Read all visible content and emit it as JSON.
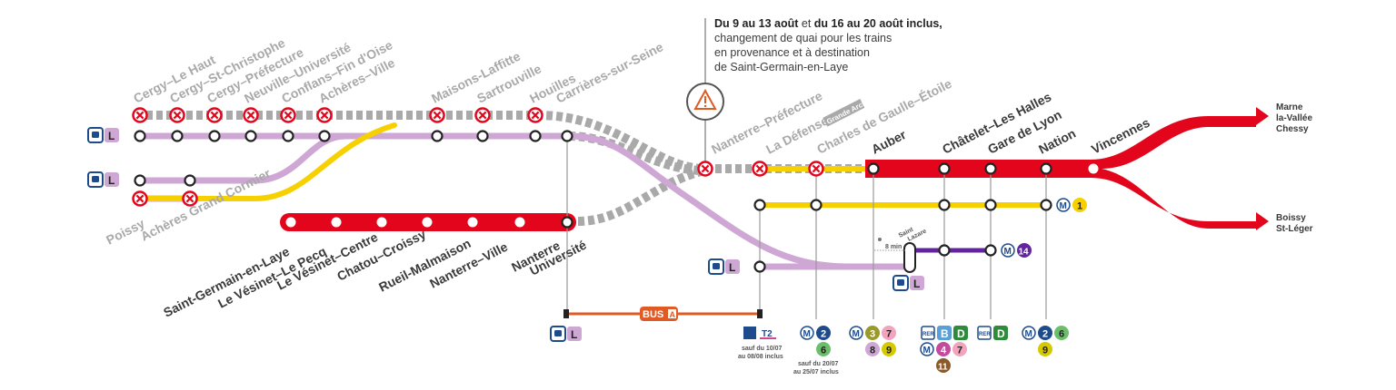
{
  "notice": {
    "dates_a": "Du 9 au 13 août",
    "and": " et ",
    "dates_b": "du 16 au 20 août inclus,",
    "line1": "changement de quai pour les trains",
    "line2": "en provenance et à destination",
    "line3": "de Saint-Germain-en-Laye"
  },
  "colors": {
    "rer_a": "#e3051b",
    "yellow": "#f7d000",
    "line_l": "#cfa7d4",
    "closed_grey": "#a0a0a0",
    "metro14": "#62259d",
    "bus": "#e05a24"
  },
  "branch_cergy": [
    "Cergy–Le Haut",
    "Cergy–St-Christophe",
    "Cergy–Préfecture",
    "Neuville–Université",
    "Conflans–Fin d'Oise",
    "Achères–Ville"
  ],
  "branch_poissy": [
    "Poissy",
    "Achères Grand Cormier"
  ],
  "branch_mid": [
    "Maisons-Laffitte",
    "Sartrouville",
    "Houilles",
    "Carrières-sur-Seine"
  ],
  "branch_sgl": [
    "Saint-Germain-en-Laye",
    "Le Vésinet–Le Pecq",
    "Le Vésinet–Centre",
    "Chatou–Croissy",
    "Rueil-Malmaison",
    "Nanterre–Ville"
  ],
  "nanterre_univ": [
    "Nanterre",
    "Université"
  ],
  "central_grey": [
    "Nanterre–Préfecture",
    "La Défense",
    "Charles de Gaulle–Étoile"
  ],
  "grande_arche": "Grande Arche",
  "central_dark": [
    "Auber",
    "Châtelet–Les Halles",
    "Gare de Lyon",
    "Nation",
    "Vincennes"
  ],
  "terminus_east_top": [
    "Marne",
    "la-Vallée",
    "Chessy"
  ],
  "terminus_east_bottom": [
    "Boissy",
    "St-Léger"
  ],
  "saint_lazare": [
    "Saint",
    "Lazare"
  ],
  "walk_time": "8 min",
  "badges": {
    "L": "L",
    "M": "M",
    "m1": "1",
    "m14": "14",
    "bus": "BUS",
    "bus_a": "A",
    "t2": "T2",
    "rer": "RER",
    "B": "B",
    "D": "D",
    "m2": "2",
    "m6": "6",
    "m3": "3",
    "m7": "7",
    "m8": "8",
    "m9": "9",
    "m4": "4",
    "m11": "11"
  },
  "footnotes": {
    "t2": [
      "sauf du 10/07",
      "au 08/08 inclus"
    ],
    "m6": [
      "sauf du 20/07",
      "au 25/07 inclus"
    ]
  }
}
